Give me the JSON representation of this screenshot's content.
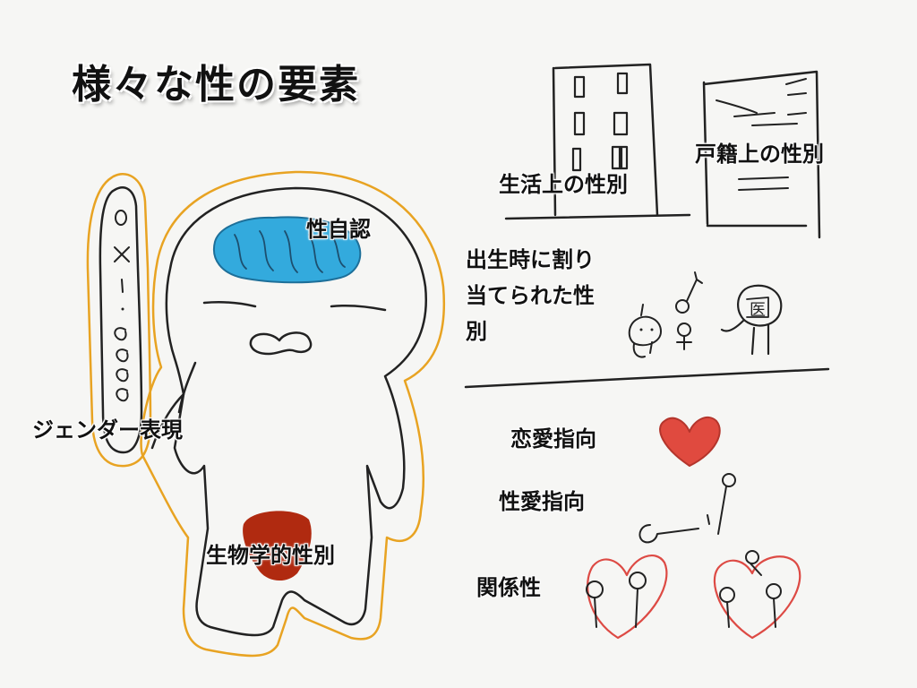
{
  "title": "様々な性の要素",
  "labels": {
    "gender_identity": "性自認",
    "gender_expression": "ジェンダー表現",
    "biological_sex": "生物学的性別",
    "sex_in_daily_life": "生活上の性別",
    "legal_sex": "戸籍上の性別",
    "sex_assigned_at_birth": [
      "出生時に割り",
      "当てられた性",
      "別"
    ],
    "romantic_orientation": "恋愛指向",
    "sexual_orientation": "性愛指向",
    "relationship": "関係性"
  },
  "doctor_badge": "医",
  "colors": {
    "ink": "#222222",
    "outline_orange": "#e8a322",
    "brain_blue": "#33aadd",
    "crotch_red": "#b02a10",
    "heart_red": "#e04a3f",
    "heart_outline": "#dd4a44",
    "background": "#f6f6f4"
  }
}
